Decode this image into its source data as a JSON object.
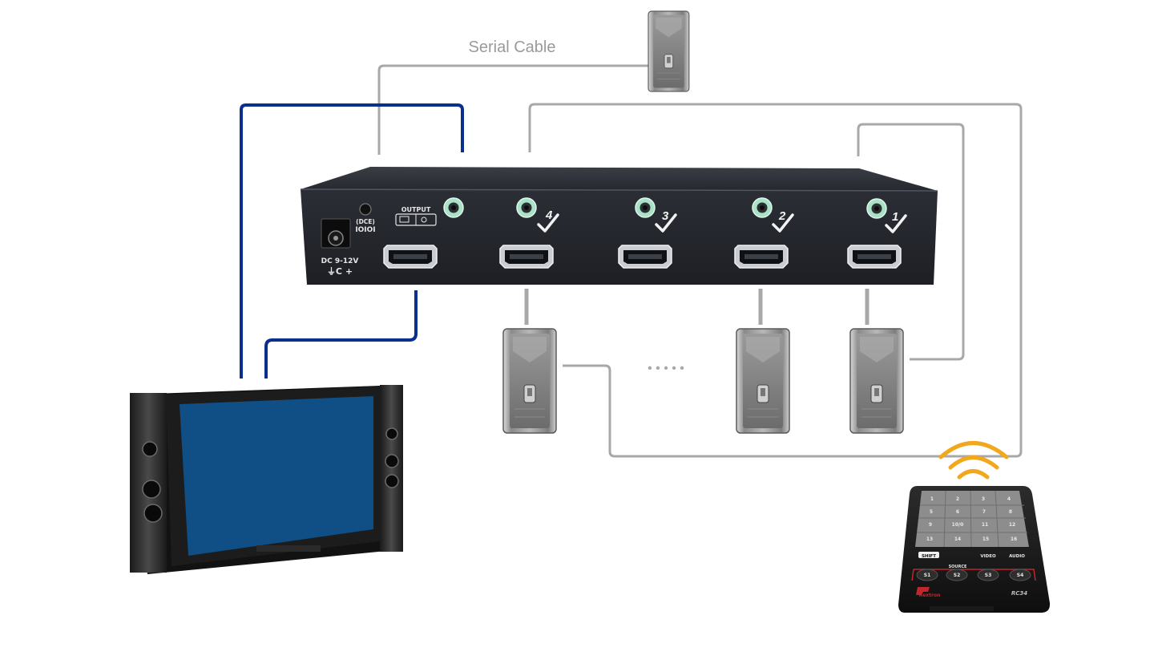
{
  "diagram": {
    "serial_cable_label": "Serial Cable",
    "kvm_panel": {
      "dc_label": "DC 9-12V",
      "dc_polarity": "⏚C +",
      "dce_label": "(DCE)",
      "serial_symbol": "IOIOI",
      "output_label": "OUTPUT",
      "port_numbers": [
        "4",
        "3",
        "2",
        "1"
      ]
    },
    "ellipsis": "• • • • •",
    "remote": {
      "shift_label": "SHIFT",
      "video_label": "VIDEO",
      "audio_label": "AUDIO",
      "source_label": "SOURCE",
      "keypad": [
        "1",
        "2",
        "3",
        "4",
        "5",
        "6",
        "7",
        "8",
        "9",
        "10/0",
        "11",
        "12",
        "13",
        "14",
        "15",
        "16"
      ],
      "source_buttons": [
        "S1",
        "S2",
        "S3",
        "S4"
      ],
      "brand": "Rextron",
      "model": "RC34"
    },
    "colors": {
      "cable_gray": "#a8a8a8",
      "cable_blue": "#0a2f8c",
      "screen_blue": "#104e86",
      "wireless_orange": "#f2a81d",
      "audio_jack_green": "#a9e2c6"
    }
  }
}
